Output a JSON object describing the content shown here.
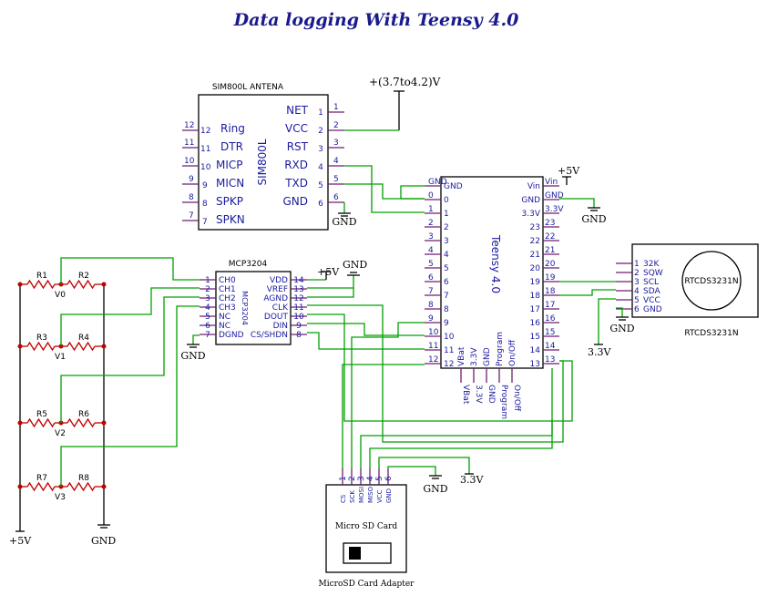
{
  "title": "Data logging With Teensy 4.0",
  "power": {
    "vbat": "+(3.7to4.2)V",
    "p5v": "+5V",
    "gnd": "GND",
    "v33": "3.3V"
  },
  "sim800l": {
    "header": "SIM800L ANTENA",
    "name": "SIM800L",
    "right_labels": [
      "NET",
      "VCC",
      "RST",
      "RXD",
      "TXD",
      "GND"
    ],
    "right_pins": [
      "1",
      "2",
      "3",
      "4",
      "5",
      "6"
    ],
    "left_labels": [
      "Ring",
      "DTR",
      "MICP",
      "MICN",
      "SPKP",
      "SPKN"
    ],
    "left_pins": [
      "12",
      "11",
      "10",
      "9",
      "8",
      "7"
    ]
  },
  "teensy": {
    "name": "Teensy 4.0",
    "left_labels": [
      "GND",
      "0",
      "1",
      "2",
      "3",
      "4",
      "5",
      "6",
      "7",
      "8",
      "9",
      "10",
      "11",
      "12"
    ],
    "left_pins": [
      "GND",
      "0",
      "1",
      "2",
      "3",
      "4",
      "5",
      "6",
      "7",
      "8",
      "9",
      "10",
      "11",
      "12"
    ],
    "right_labels": [
      "Vin",
      "GND",
      "3.3V",
      "23",
      "22",
      "21",
      "20",
      "19",
      "18",
      "17",
      "16",
      "15",
      "14",
      "13"
    ],
    "right_pins": [
      "Vin",
      "GND",
      "3.3V",
      "23",
      "22",
      "21",
      "20",
      "19",
      "18",
      "17",
      "16",
      "15",
      "14",
      "13"
    ],
    "bottom_labels": [
      "VBat",
      "3.3V",
      "GND",
      "Program",
      "On/Off"
    ],
    "bottom_pins": [
      "VBat",
      "3.3V",
      "GND",
      "Program",
      "On/Off"
    ]
  },
  "mcp3204": {
    "header": "MCP3204",
    "name": "MCP3204",
    "left_labels": [
      "CH0",
      "CH1",
      "CH2",
      "CH3",
      "NC",
      "NC",
      "DGND"
    ],
    "left_pins": [
      "1",
      "2",
      "3",
      "4",
      "5",
      "6",
      "7"
    ],
    "right_labels": [
      "VDD",
      "VREF",
      "AGND",
      "CLK",
      "DOUT",
      "DIN",
      "CS/SHDN"
    ],
    "right_pins": [
      "14",
      "13",
      "12",
      "11",
      "10",
      "9",
      "8"
    ]
  },
  "rtc": {
    "name": "RTCDS3231N",
    "caption": "RTCDS3231N",
    "labels": [
      "32K",
      "SQW",
      "SCL",
      "SDA",
      "VCC",
      "GND"
    ],
    "pins": [
      "1",
      "2",
      "3",
      "4",
      "5",
      "6"
    ]
  },
  "sdcard": {
    "label": "Micro SD Card",
    "caption": "MicroSD Card Adapter",
    "labels": [
      "CS",
      "SCK",
      "MOSI",
      "MISO",
      "VCC",
      "GND"
    ],
    "pins": [
      "1",
      "2",
      "3",
      "4",
      "5",
      "6"
    ]
  },
  "resistors": [
    "R1",
    "R2",
    "R3",
    "R4",
    "R5",
    "R6",
    "R7",
    "R8"
  ],
  "nodes": [
    "V0",
    "V1",
    "V2",
    "V3"
  ]
}
